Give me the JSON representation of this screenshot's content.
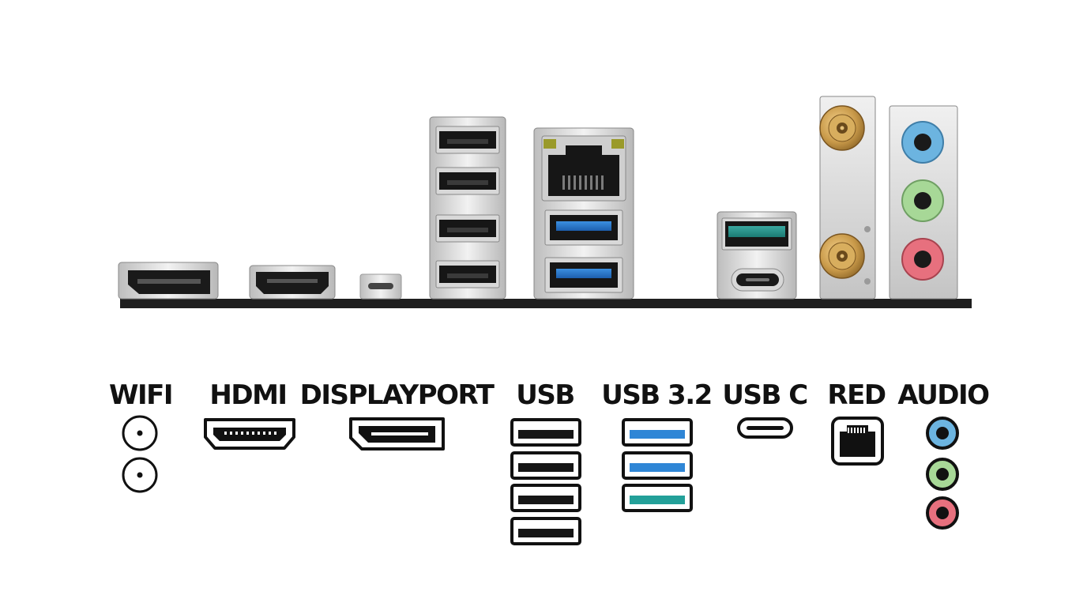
{
  "legend": {
    "labels": {
      "wifi": "WIFI",
      "hdmi": "HDMI",
      "displayport": "DISPLAYPORT",
      "usb": "USB",
      "usb32": "USB 3.2",
      "usbc": "USB C",
      "red": "RED",
      "audio": "AUDIO"
    }
  },
  "colors": {
    "pcb": "#1e1e1e",
    "usb2_insert": "#161616",
    "usb3_blue": "#2f86d6",
    "usb3_teal": "#23a099",
    "audio_blue": "#6cb4e0",
    "audio_green": "#a7d897",
    "audio_pink": "#e7707e",
    "antenna_gold": "#c99a4a",
    "shield_silver": "#d9d9d9"
  },
  "icons": {
    "wifi": "antenna-connector-icon",
    "hdmi": "hdmi-port-icon",
    "displayport": "displayport-port-icon",
    "usb": "usb-a-port-icon",
    "usb32": "usb-3-port-icon",
    "usbc": "usb-c-port-icon",
    "red": "ethernet-port-icon",
    "audio": "audio-jack-icon"
  },
  "counts": {
    "wifi_connectors": 2,
    "usb2_ports_legend": 4,
    "usb32_ports_legend": 3,
    "audio_jacks": 3
  }
}
